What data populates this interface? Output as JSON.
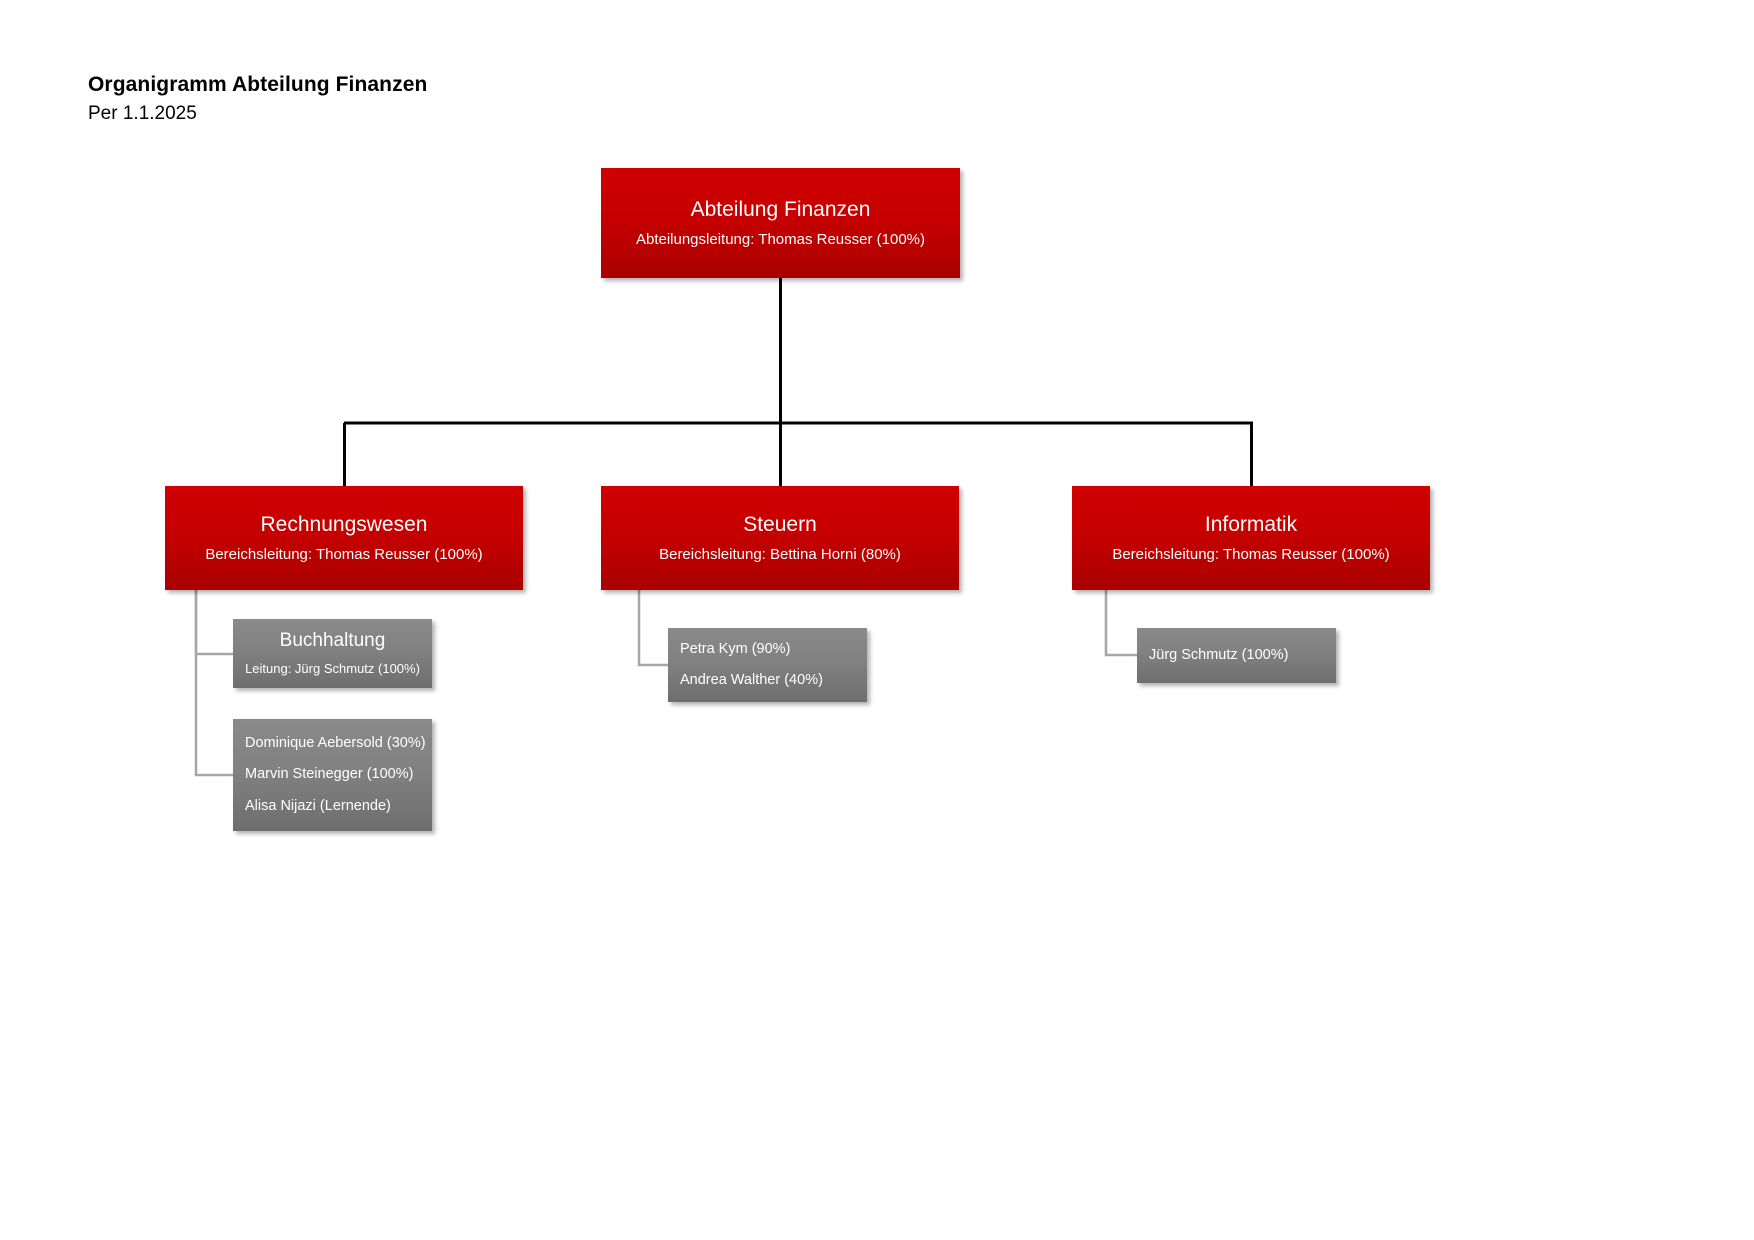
{
  "header": {
    "title": "Organigramm Abteilung Finanzen",
    "subtitle": "Per 1.1.2025"
  },
  "colors": {
    "accent_red": "#C00000",
    "node_gray": "#808080",
    "connector_black": "#000000",
    "connector_gray": "#A6A6A6",
    "text_on_node": "#FFFFFF"
  },
  "chart_data": {
    "type": "diagram",
    "title": "Organigramm Abteilung Finanzen",
    "subtitle": "Per 1.1.2025"
  },
  "org": {
    "root": {
      "title": "Abteilung Finanzen",
      "sub": "Abteilungsleitung: Thomas Reusser (100%)"
    },
    "divisions": [
      {
        "title": "Rechnungswesen",
        "sub": "Bereichsleitung: Thomas Reusser (100%)"
      },
      {
        "title": "Steuern",
        "sub": "Bereichsleitung: Bettina Horni (80%)"
      },
      {
        "title": "Informatik",
        "sub": "Bereichsleitung: Thomas Reusser (100%)"
      }
    ],
    "units": [
      {
        "title": "Buchhaltung",
        "sub": "Leitung: Jürg Schmutz (100%)"
      }
    ],
    "staff_rechnungswesen": [
      "Dominique Aebersold (30%)",
      "Marvin Steinegger (100%)",
      "Alisa Nijazi (Lernende)"
    ],
    "staff_steuern": [
      "Petra Kym (90%)",
      "Andrea Walther (40%)"
    ],
    "staff_informatik": [
      "Jürg Schmutz (100%)"
    ]
  }
}
